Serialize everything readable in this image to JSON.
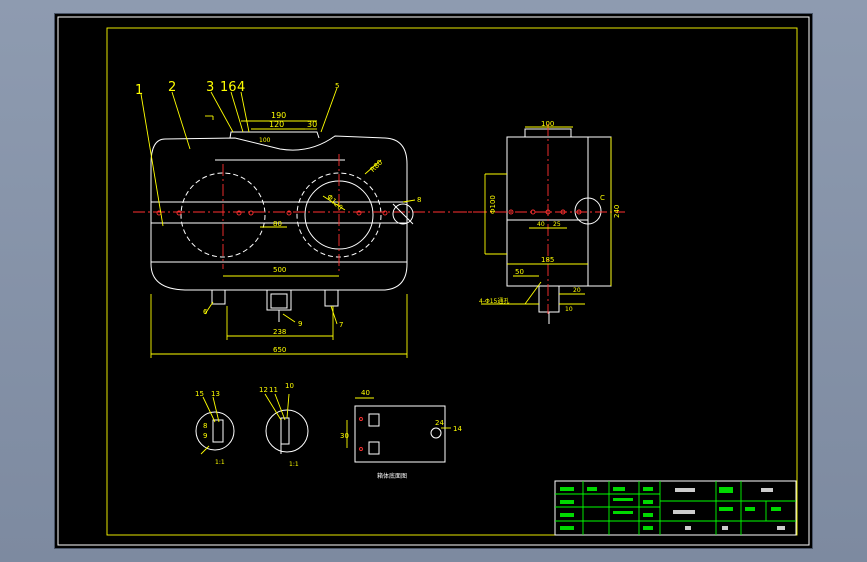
{
  "colors": {
    "background": "#000000",
    "outline": "#ffffff",
    "dimension": "#ffff00",
    "centerline": "#ff3030",
    "titleblock": "#00ff00"
  },
  "part_labels": {
    "p1": "1",
    "p2": "2",
    "p3": "3",
    "p16": "16",
    "p4": "4",
    "p5": "5",
    "p6": "6",
    "p7": "7",
    "p8": "8",
    "p9": "9",
    "p10": "10",
    "p11": "11",
    "p12": "12",
    "p13": "13",
    "p14": "14",
    "p15": "15"
  },
  "front_view": {
    "dim_top_outer": "190",
    "dim_top_inner": "120",
    "dim_top_right": "30",
    "dim_cover_small": "100",
    "dim_radius": "R80",
    "dim_bore": "Φ120",
    "dim_center_distance": "80",
    "dim_base_inner": "500",
    "dim_base_mid": "238",
    "dim_overall": "650"
  },
  "side_view": {
    "dim_top": "100",
    "dim_height_left": "Φ100",
    "dim_height_right": "240",
    "dim_hole": "40",
    "dim_hole2": "25",
    "dim_width": "185",
    "dim_base_left": "50",
    "dim_base_right": "20",
    "dim_base_small": "10",
    "callout_text": "4-Φ15通孔",
    "label_c": "C"
  },
  "details": {
    "scale_a": "1:1",
    "scale_b": "1:1",
    "detail_caption": "箱体底面图",
    "dim_40": "40",
    "dim_30": "30",
    "dim_24": "24",
    "dim_10": "10"
  }
}
